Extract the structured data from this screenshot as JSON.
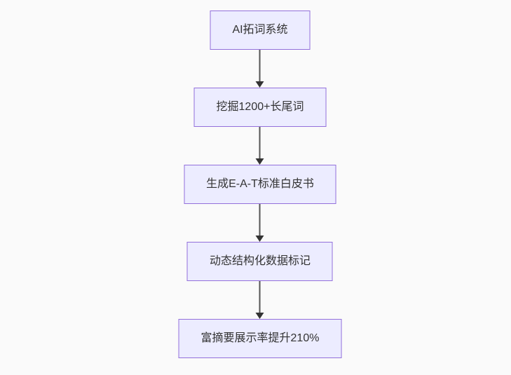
{
  "page": {
    "background_color": "#fafafa"
  },
  "flowchart": {
    "type": "flowchart",
    "direction": "top-down",
    "colors": {
      "node_fill": "#ECECFF",
      "node_border": "#9370DB",
      "node_text": "#333333",
      "edge_line": "#555555",
      "edge_arrowhead": "#333333"
    },
    "nodes": [
      {
        "id": "n1",
        "label": "AI拓词系统"
      },
      {
        "id": "n2",
        "label": "挖掘1200+长尾词"
      },
      {
        "id": "n3",
        "label": "生成E-A-T标准白皮书"
      },
      {
        "id": "n4",
        "label": "动态结构化数据标记"
      },
      {
        "id": "n5",
        "label": "富摘要展示率提升210%"
      }
    ],
    "edges": [
      {
        "from": "n1",
        "to": "n2"
      },
      {
        "from": "n2",
        "to": "n3"
      },
      {
        "from": "n3",
        "to": "n4"
      },
      {
        "from": "n4",
        "to": "n5"
      }
    ]
  }
}
